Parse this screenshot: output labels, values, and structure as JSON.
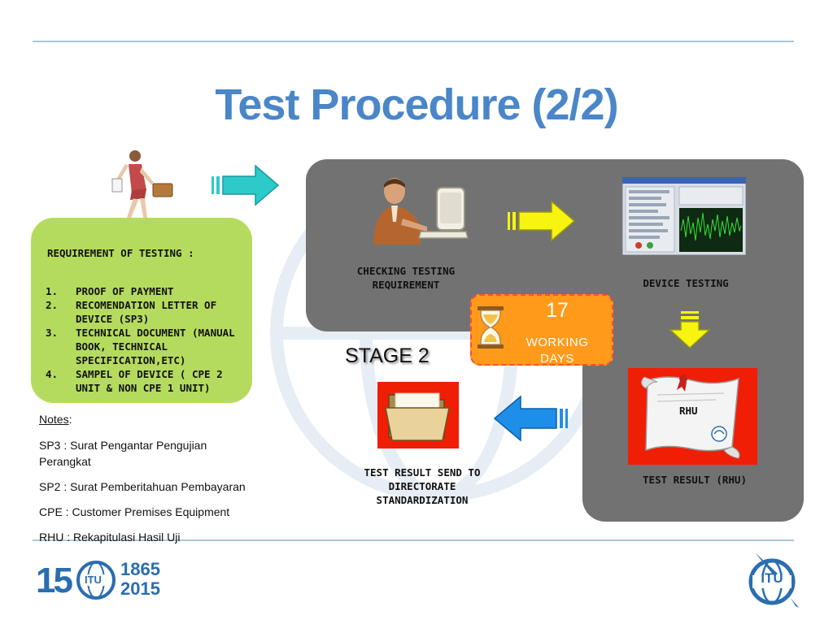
{
  "title": "Test Procedure (2/2)",
  "requirements": {
    "heading": "REQUIREMENT OF TESTING :",
    "items": [
      {
        "num": "1.",
        "text": "PROOF OF PAYMENT"
      },
      {
        "num": "2.",
        "text": "RECOMENDATION LETTER OF DEVICE (SP3)"
      },
      {
        "num": "3.",
        "text": "TECHNICAL DOCUMENT (MANUAL BOOK, TECHNICAL SPECIFICATION,ETC)"
      },
      {
        "num": "4.",
        "text": "SAMPEL OF DEVICE ( CPE 2 UNIT & NON CPE 1 UNIT)"
      }
    ]
  },
  "notes": {
    "heading": "Notes",
    "colon": ":",
    "lines": [
      "SP3 : Surat Pengantar Pengujian Perangkat",
      "SP2 : Surat Pemberitahuan Pembayaran",
      "CPE : Customer Premises Equipment",
      "RHU : Rekapitulasi Hasil Uji"
    ]
  },
  "steps": {
    "checking": "CHECKING TESTING REQUIREMENT",
    "device_testing": "DEVICE TESTING",
    "test_result": "TEST RESULT (RHU)",
    "send": "TEST RESULT SEND TO DIRECTORATE STANDARDIZATION",
    "rhu_label": "RHU"
  },
  "stage": "STAGE 2",
  "duration": {
    "number": "17",
    "unit": "WORKING DAYS"
  },
  "logo": {
    "anniversary_start": "1865",
    "anniversary_end": "2015",
    "number_prefix": "15",
    "itu": "ITU"
  },
  "colors": {
    "title": "#4a86c8",
    "green_box": "#b5db5e",
    "gray_panel": "#727272",
    "orange": "#ff9a1a",
    "red": "#f01e05",
    "teal_arrow": "#2ec9c9",
    "yellow_arrow": "#f7f411",
    "blue_arrow": "#1e8fe8"
  },
  "icons": [
    "woman-with-briefcase-icon",
    "man-at-computer-icon",
    "software-screenshot-icon",
    "hourglass-icon",
    "folder-icon",
    "certificate-scroll-icon",
    "itu-globe-icon"
  ]
}
